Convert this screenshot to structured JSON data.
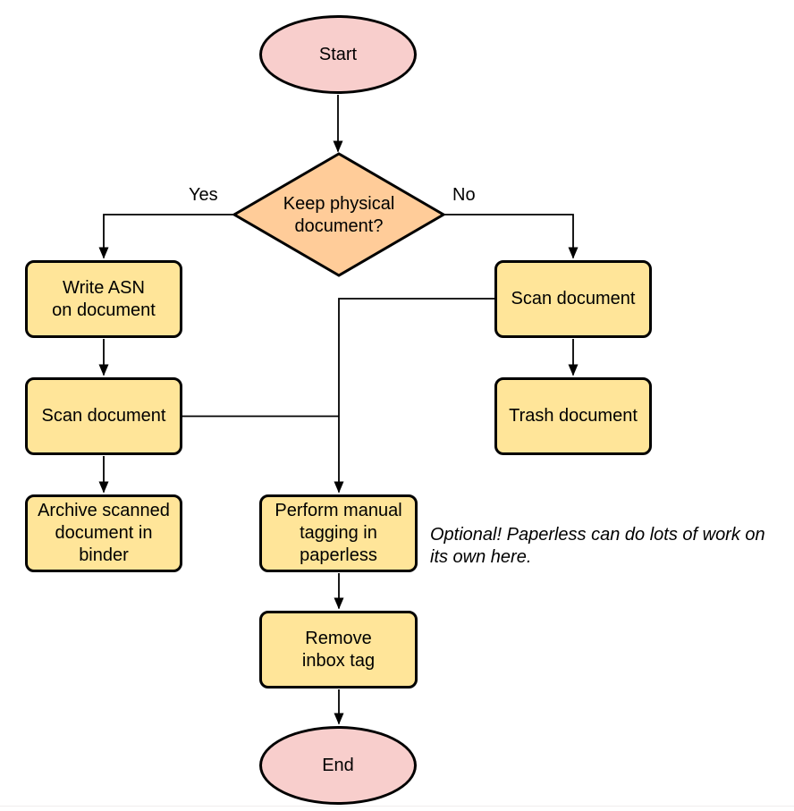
{
  "flow": {
    "nodes": {
      "start": {
        "label": "Start"
      },
      "decision": {
        "label": "Keep physical\ndocument?"
      },
      "write_asn": {
        "label": "Write ASN\non document"
      },
      "scan_left": {
        "label": "Scan document"
      },
      "archive": {
        "label": "Archive scanned\ndocument in\nbinder"
      },
      "scan_right": {
        "label": "Scan document"
      },
      "trash": {
        "label": "Trash document"
      },
      "tagging": {
        "label": "Perform manual\ntagging in\npaperless"
      },
      "remove_tag": {
        "label": "Remove\ninbox tag"
      },
      "end": {
        "label": "End"
      }
    },
    "edge_labels": {
      "yes": "Yes",
      "no": "No"
    },
    "annotation": "Optional! Paperless can do lots of work on\nits own here.",
    "colors": {
      "terminator_fill": "#f8cecc",
      "decision_fill": "#ffcc99",
      "process_fill": "#ffe599",
      "stroke": "#000000",
      "background": "#ffffff"
    }
  }
}
